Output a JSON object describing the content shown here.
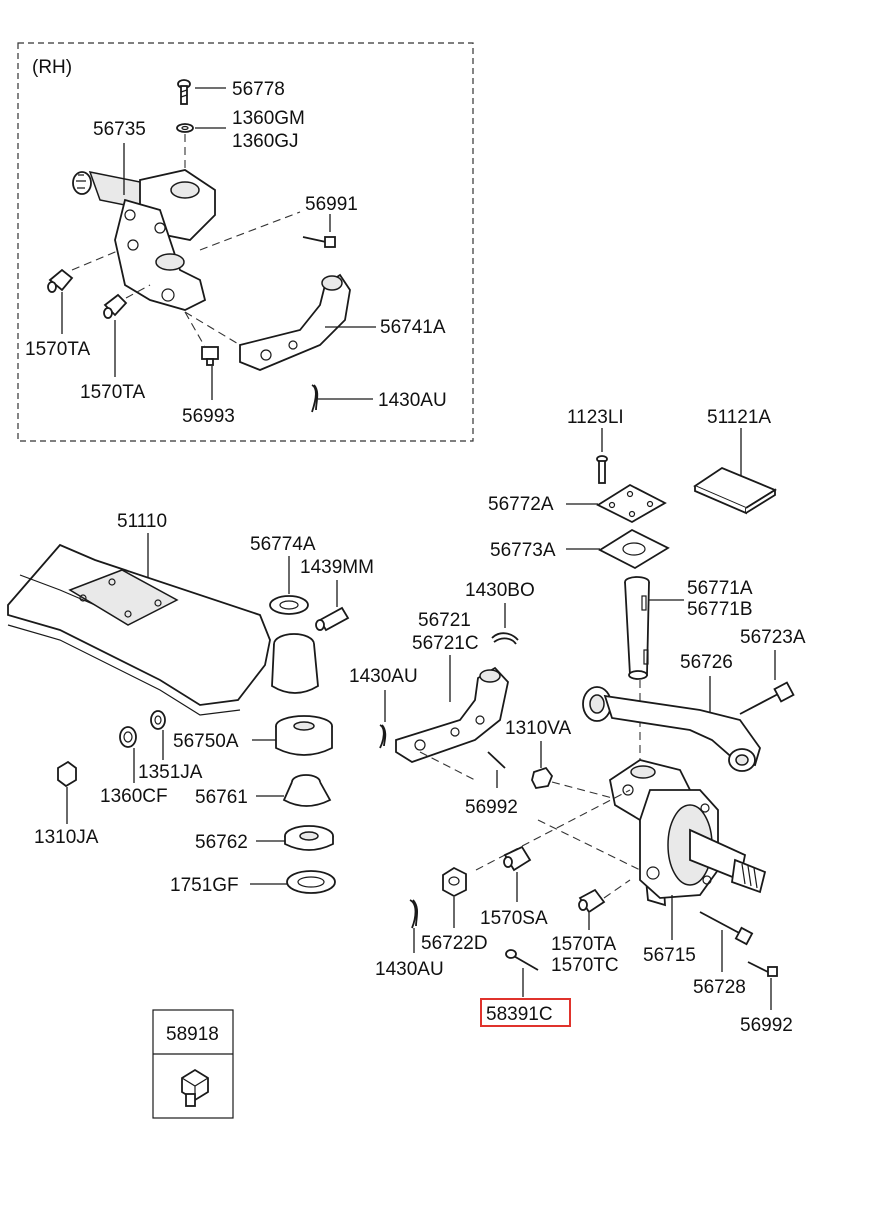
{
  "inset": {
    "title": "(RH)"
  },
  "labels": {
    "p56778": "56778",
    "p1360GM": "1360GM",
    "p1360GJ": "1360GJ",
    "p56735": "56735",
    "p56991": "56991",
    "p56741A": "56741A",
    "p1570TA_a": "1570TA",
    "p1570TA_b": "1570TA",
    "p56993": "56993",
    "p1430AU_a": "1430AU",
    "p1123LI": "1123LI",
    "p51121A": "51121A",
    "p56772A": "56772A",
    "p56773A": "56773A",
    "p51110": "51110",
    "p56774A": "56774A",
    "p1439MM": "1439MM",
    "p1430BO": "1430BO",
    "p56771A": "56771A",
    "p56771B": "56771B",
    "p56721": "56721",
    "p56721C": "56721C",
    "p56723A": "56723A",
    "p56726": "56726",
    "p1430AU_b": "1430AU",
    "p1310VA": "1310VA",
    "p56750A": "56750A",
    "p1351JA": "1351JA",
    "p1360CF": "1360CF",
    "p56761": "56761",
    "p56992_a": "56992",
    "p1310JA": "1310JA",
    "p56762": "56762",
    "p1751GF": "1751GF",
    "p1570SA": "1570SA",
    "p56722D": "56722D",
    "p1570TA_c": "1570TA",
    "p1570TC": "1570TC",
    "p56715": "56715",
    "p1430AU_c": "1430AU",
    "p56728": "56728",
    "p58391C": "58391C",
    "p56992_b": "56992"
  },
  "legend_box": {
    "part_number": "58918"
  },
  "highlight": {
    "part_number": "58391C",
    "color": "#e0332c"
  }
}
